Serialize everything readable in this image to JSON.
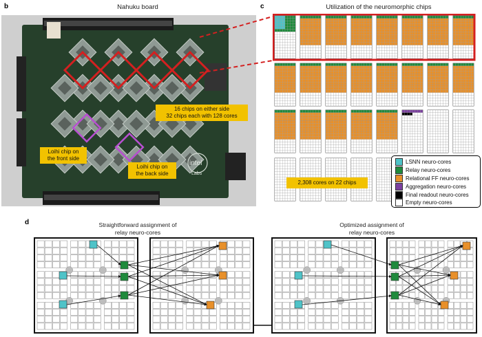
{
  "panels": {
    "b": {
      "label": "b",
      "title": "Nahuku board",
      "callouts": {
        "chips": "16 chips on either side\n32 chips each with 128 cores",
        "front": "Loihi chip on\nthe front side",
        "back": "Loihi chip on\nthe back side"
      },
      "board_logo": {
        "brand": "intel",
        "sub": "Labs"
      }
    },
    "c": {
      "label": "c",
      "title": "Utilization of the neuromorphic chips",
      "cores_note": "2,308 cores on 22 chips",
      "legend": [
        {
          "label": "LSNN neuro-cores",
          "color": "#4fc3c8"
        },
        {
          "label": "Relay neuro-cores",
          "color": "#1f8a3c"
        },
        {
          "label": "Relational FF neuro-cores",
          "color": "#e8902a"
        },
        {
          "label": "Aggregation neuro-cores",
          "color": "#7b3fa0"
        },
        {
          "label": "Final readout neuro-cores",
          "color": "#000000"
        },
        {
          "label": "Empty neuro-cores",
          "color": "#ffffff"
        }
      ]
    },
    "d": {
      "label": "d",
      "left_title": "Straightforward assignment of\nrelay neuro-cores",
      "right_title": "Optimized assignment of\nrelay neuro-cores"
    }
  },
  "colors": {
    "lsnn": "#4fc3c8",
    "relay": "#1f8a3c",
    "relational": "#e8902a",
    "aggregation": "#7b3fa0",
    "readout": "#000000",
    "highlight": "#d42020",
    "callout": "#f2c200",
    "chip_outline_purple": "#b84fd1"
  }
}
